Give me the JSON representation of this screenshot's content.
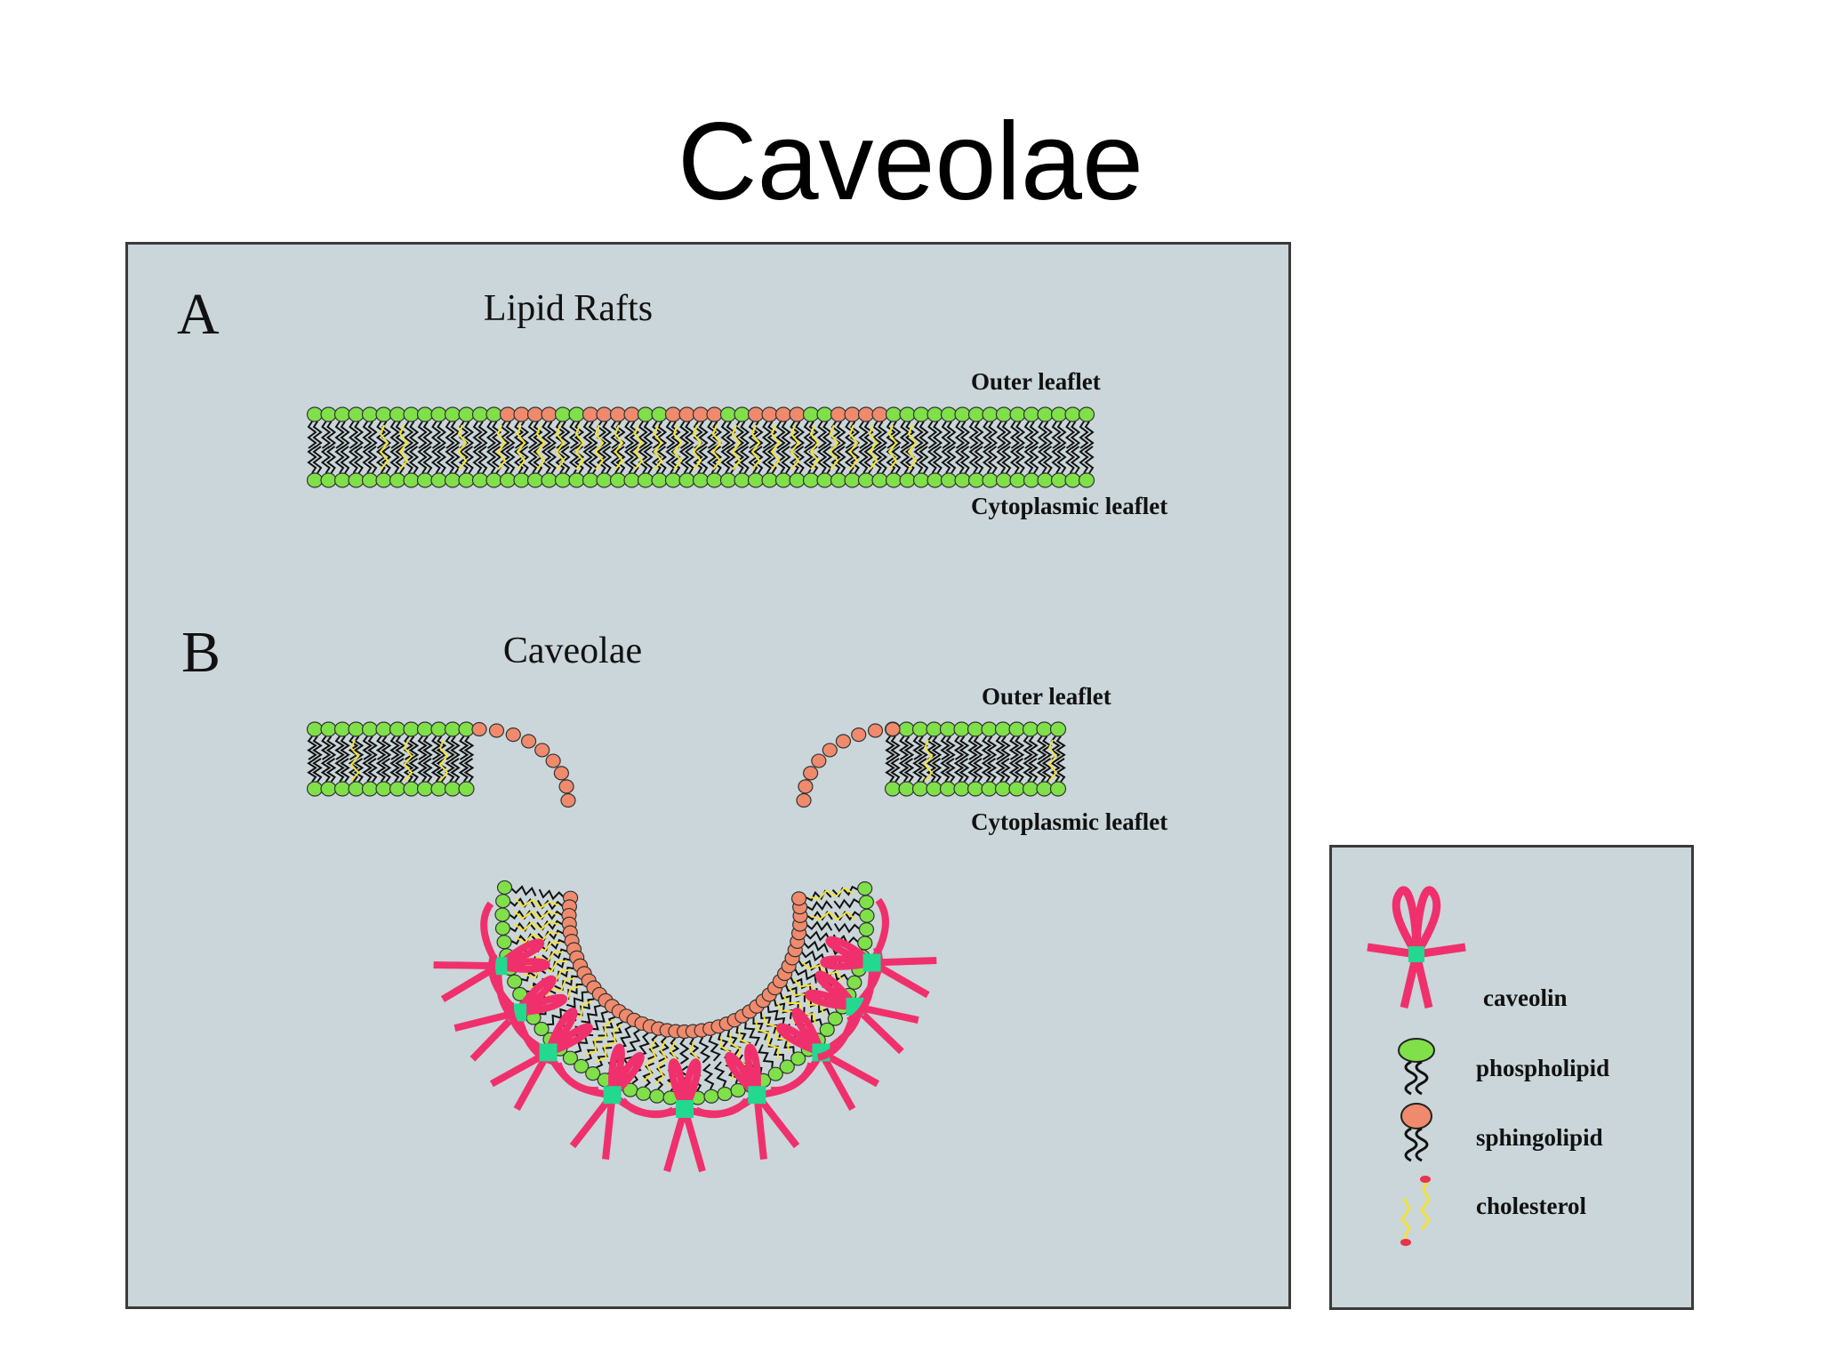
{
  "title": "Caveolae",
  "panel_a": {
    "letter": "A",
    "heading": "Lipid Rafts",
    "outer_label": "Outer leaflet",
    "inner_label": "Cytoplasmic leaflet"
  },
  "panel_b": {
    "letter": "B",
    "heading": "Caveolae",
    "outer_label": "Outer leaflet",
    "inner_label": "Cytoplasmic leaflet"
  },
  "legend": {
    "items": [
      {
        "label": "caveolin",
        "icon": "caveolin-icon"
      },
      {
        "label": "phospholipid",
        "icon": "phospholipid-icon"
      },
      {
        "label": "sphingolipid",
        "icon": "sphingolipid-icon"
      },
      {
        "label": "cholesterol",
        "icon": "cholesterol-icon"
      }
    ]
  },
  "colors": {
    "background_panel": "#cad6d9",
    "phospholipid": "#7fe04a",
    "sphingolipid": "#f08a6c",
    "cholesterol": "#f3e23a",
    "caveolin": "#f0306c",
    "caveolin_core": "#22d98f"
  }
}
